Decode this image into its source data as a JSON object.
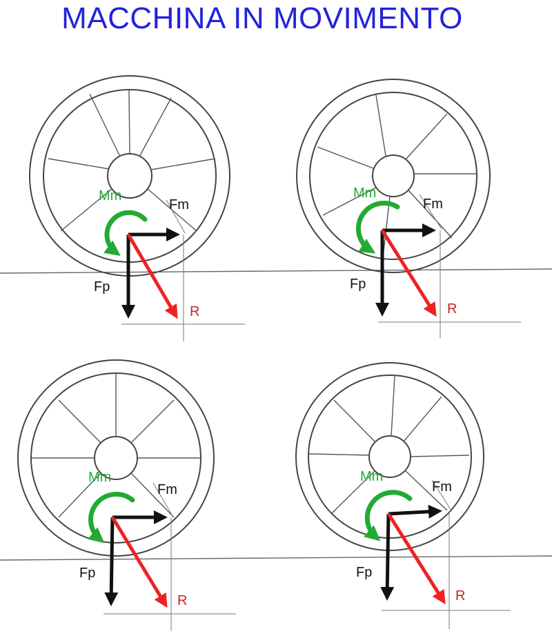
{
  "title": "MACCHINA IN MOVIMENTO",
  "colors": {
    "title": "#2222dd",
    "moment": "#22aa33",
    "motor_force": "#111111",
    "weight_force": "#111111",
    "resultant": "#ee2222",
    "wheel": "#444444"
  },
  "labels": {
    "moment": "Mm",
    "motor_force": "Fm",
    "weight_force": "Fp",
    "resultant": "R"
  },
  "panels": [
    {
      "id": "top-left"
    },
    {
      "id": "top-right"
    },
    {
      "id": "bottom-left"
    },
    {
      "id": "bottom-right"
    }
  ]
}
